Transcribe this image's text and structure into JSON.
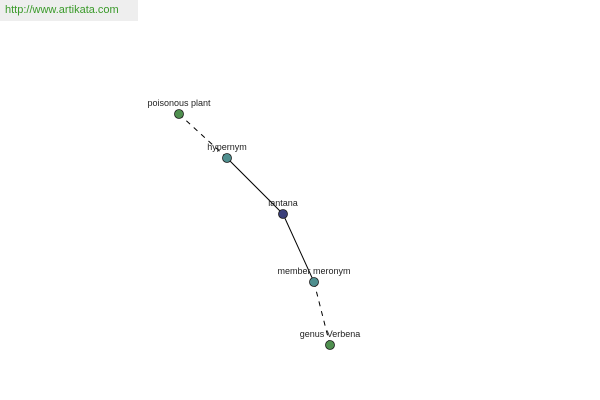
{
  "site": {
    "url": "http://www.artikata.com"
  },
  "colors": {
    "banner_text": "#3a9a2a",
    "banner_bg": "#eeeeee",
    "leaf_node": "#4f8f4f",
    "relation_node": "#4f8f8f",
    "center_node": "#3a3f7a",
    "edge": "#000000"
  },
  "graph": {
    "nodes": [
      {
        "id": "poisonous-plant",
        "label": "poisonous plant",
        "kind": "leaf"
      },
      {
        "id": "hypernym",
        "label": "hypernym",
        "kind": "relation"
      },
      {
        "id": "lantana",
        "label": "lantana",
        "kind": "center"
      },
      {
        "id": "member-meronym",
        "label": "member meronym",
        "kind": "relation"
      },
      {
        "id": "genus-verbena",
        "label": "genus Verbena",
        "kind": "leaf"
      }
    ],
    "edges": [
      {
        "from": "poisonous-plant",
        "to": "hypernym",
        "style": "dashed"
      },
      {
        "from": "hypernym",
        "to": "lantana",
        "style": "solid"
      },
      {
        "from": "lantana",
        "to": "member-meronym",
        "style": "solid"
      },
      {
        "from": "member-meronym",
        "to": "genus-verbena",
        "style": "dashed"
      }
    ]
  }
}
